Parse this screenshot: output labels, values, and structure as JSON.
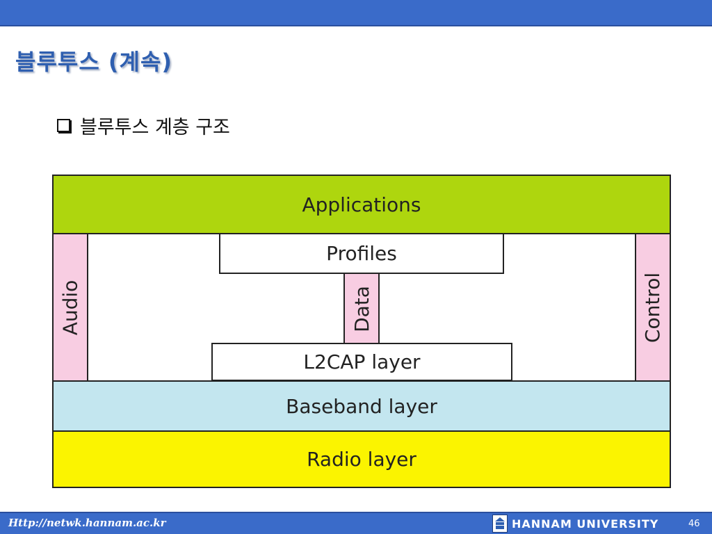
{
  "slide": {
    "title": "블루투스 (계속)",
    "bullet": "블루투스 계층 구조"
  },
  "diagram": {
    "applications": "Applications",
    "profiles": "Profiles",
    "data": "Data",
    "audio": "Audio",
    "control": "Control",
    "l2cap": "L2CAP layer",
    "baseband": "Baseband layer",
    "radio": "Radio layer"
  },
  "footer": {
    "url": "Http://netwk.hannam.ac.kr",
    "university": "HANNAM UNIVERSITY",
    "page_number": "46"
  },
  "colors": {
    "header_bar": "#3a6bc9",
    "title": "#2f5fb0",
    "applications": "#aed60e",
    "baseband": "#c3e6ef",
    "radio": "#fbf400",
    "side_blocks": "#f8cde2"
  },
  "icons": {
    "bullet": "checkbox-bullet-icon",
    "logo": "hannam-logo-icon"
  }
}
